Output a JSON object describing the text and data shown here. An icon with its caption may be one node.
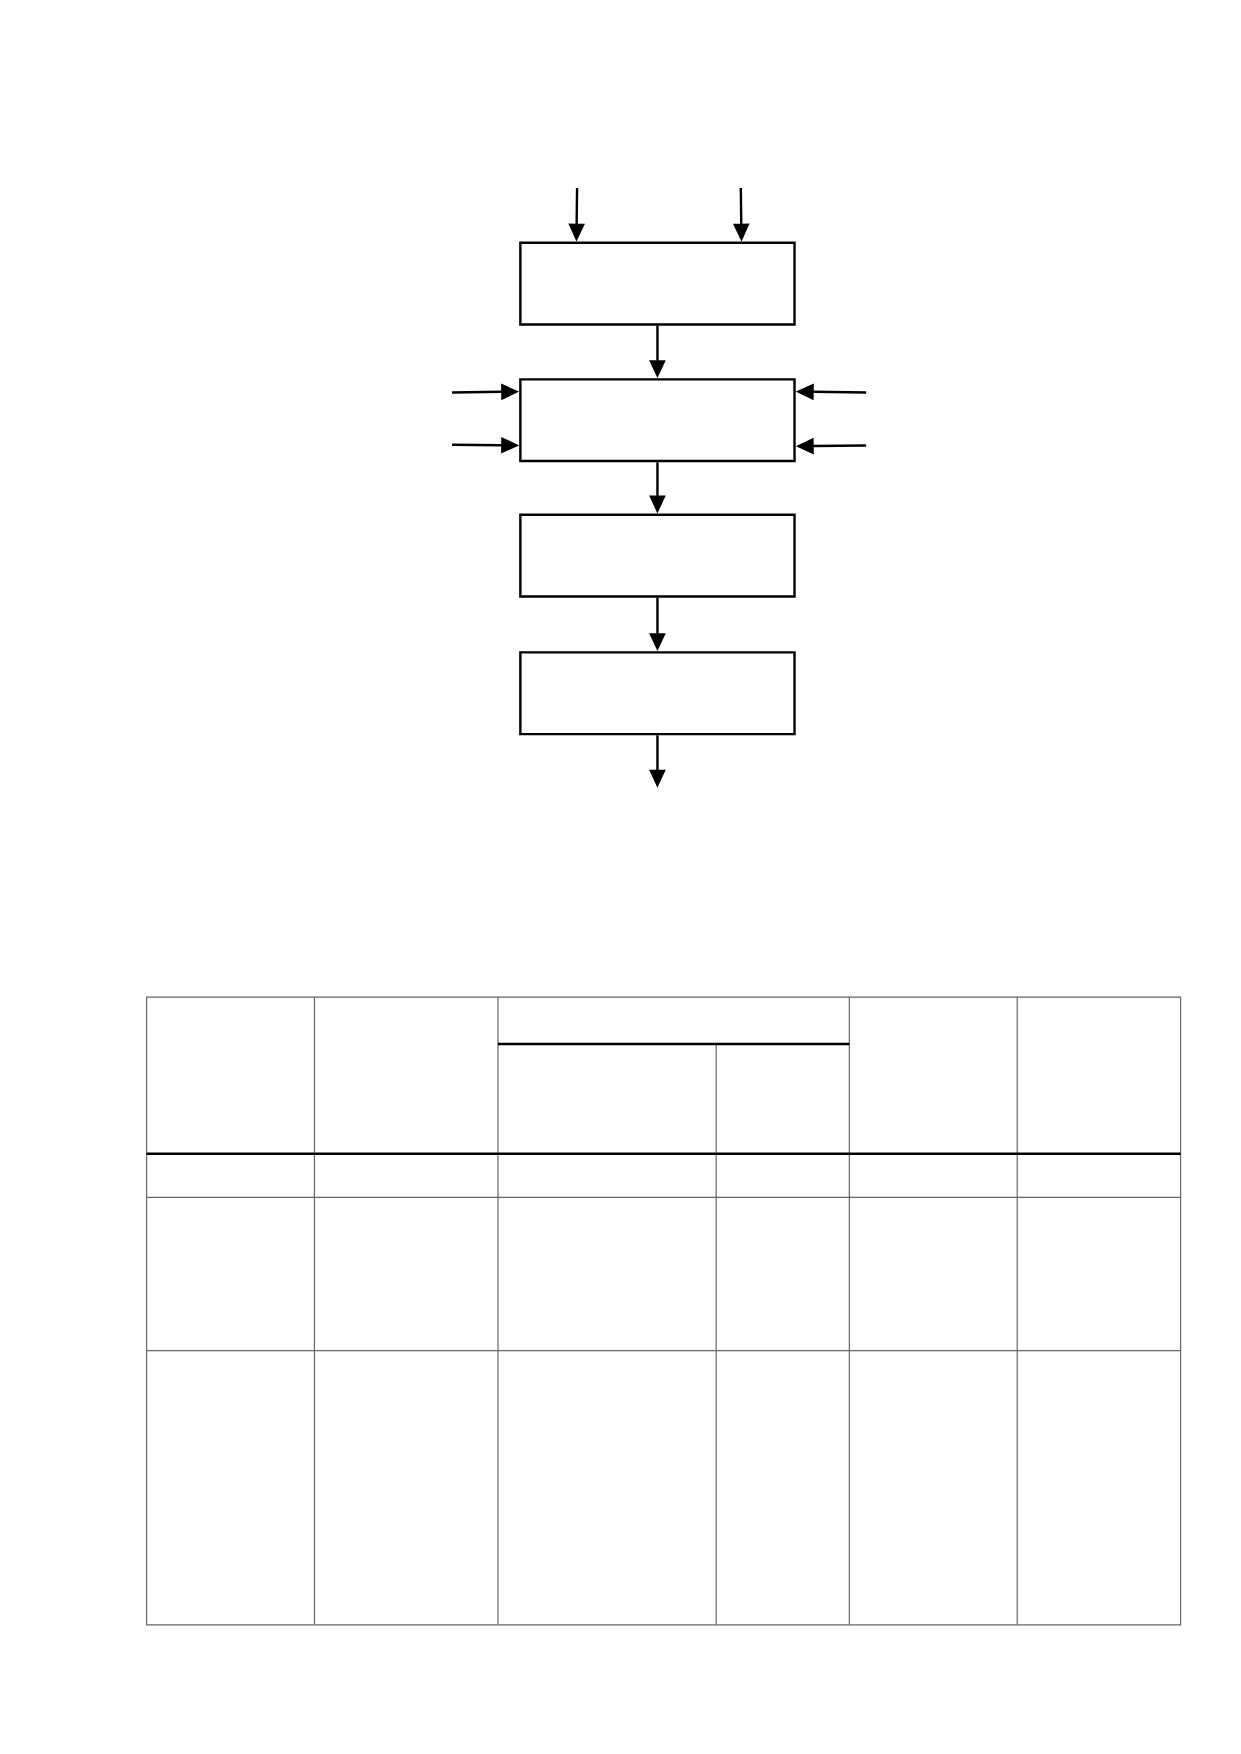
{
  "diagram": {
    "nodes": [
      {
        "text": [],
        "shape": "box"
      },
      {
        "text": [],
        "shape": "box"
      },
      {
        "text": [],
        "shape": "box"
      },
      {
        "text": [],
        "shape": "box"
      }
    ],
    "edges": [
      {
        "from": null,
        "to": 0,
        "arrow": "to"
      },
      {
        "from": null,
        "to": 0,
        "arrow": "to"
      },
      {
        "from": 0,
        "to": 1,
        "arrow": "to"
      },
      {
        "from": null,
        "to": 1,
        "arrow": "to"
      },
      {
        "from": null,
        "to": 1,
        "arrow": "to"
      },
      {
        "from": null,
        "to": 1,
        "arrow": "to"
      },
      {
        "from": null,
        "to": 1,
        "arrow": "to"
      },
      {
        "from": 1,
        "to": 2,
        "arrow": "to"
      },
      {
        "from": 2,
        "to": 3,
        "arrow": "to"
      },
      {
        "from": 3,
        "to": null,
        "arrow": "to"
      }
    ]
  }
}
